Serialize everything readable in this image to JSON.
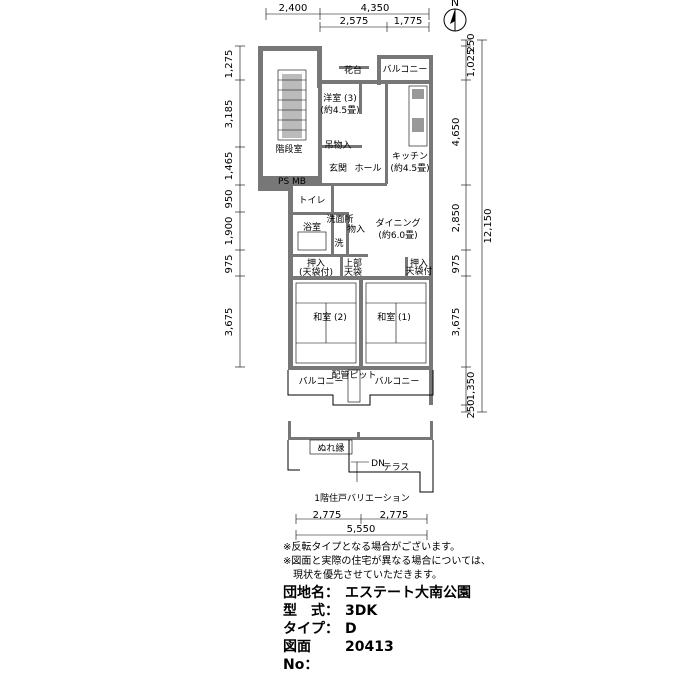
{
  "top_dims": {
    "d_2400": "2,400",
    "d_4350": "4,350",
    "d_2575": "2,575",
    "d_1775": "1,775"
  },
  "left_dims": [
    "1,275",
    "3,185",
    "1,465",
    "950",
    "1,900",
    "975",
    "3,675"
  ],
  "right_dims": {
    "d_250a": "250",
    "d_1025": "1,025",
    "d_4650": "4,650",
    "d_2850": "2,850",
    "d_975": "975",
    "d_3675": "3,675",
    "d_1350": "1,350",
    "d_250b": "250",
    "d_12150": "12,150"
  },
  "bottom_dims": {
    "a": "2,775",
    "b": "2,775",
    "total": "5,550"
  },
  "rooms": {
    "youshitsu": "洋室 (3)",
    "youshitsu_size": "(約4.5畳)",
    "tsurimono": "吊物入",
    "genkan": "玄関",
    "hall": "ホール",
    "kaidanshitsu": "階段室",
    "psmb": "PS MB",
    "kitchen": "キッチン",
    "kitchen_size": "(約4.5畳)",
    "dining": "ダイニング",
    "dining_size": "(約6.0畳)",
    "toilet": "トイレ",
    "senmen": "洗面所",
    "monoire": "物入",
    "yokushitsu": "浴室",
    "sen": "洗",
    "oshiire_left": "押入",
    "oshiire_left_sub": "(天袋付)",
    "joubu": "上部",
    "joubu_sub": "天袋",
    "oshiire_right": "押入",
    "oshiire_right_sub": "天袋付",
    "washitsu2": "和室 (2)",
    "washitsu1": "和室 (1)",
    "balcony_left": "バルコニー",
    "balcony_right": "バルコニー",
    "haikan": "配管ピット",
    "balcony_top": "バルコニー",
    "kaso": "花台",
    "nureen": "ぬれ縁",
    "terrace": "テラス",
    "dn": "DN",
    "variation": "1階住戸バリエーション"
  },
  "compass": "N",
  "notes": [
    "※反転タイプとなる場合がございます。",
    "※図面と実際の住宅が異なる場合については、",
    "　現状を優先させていただきます。"
  ],
  "info": {
    "danchi_label": "団地名：",
    "danchi_value": "エステート大南公園",
    "kata_label": "型　式：",
    "kata_value": "3DK",
    "type_label": "タイプ：",
    "type_value": "D",
    "zumen_label": "図面No：",
    "zumen_value": "20413"
  }
}
